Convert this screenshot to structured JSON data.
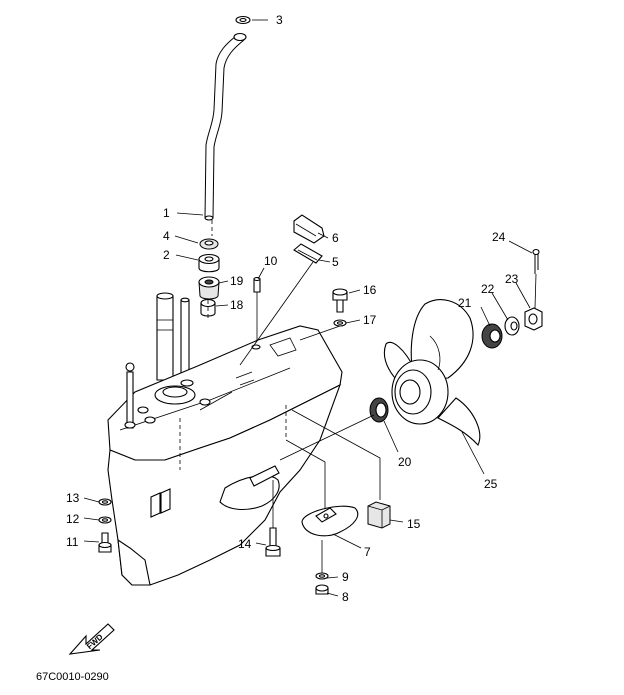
{
  "diagram": {
    "code": "67C0010-0290",
    "fwd_label": "FWD",
    "callouts": [
      {
        "id": "c1",
        "label": "1"
      },
      {
        "id": "c2",
        "label": "2"
      },
      {
        "id": "c3",
        "label": "3"
      },
      {
        "id": "c4",
        "label": "4"
      },
      {
        "id": "c5",
        "label": "5"
      },
      {
        "id": "c6",
        "label": "6"
      },
      {
        "id": "c7",
        "label": "7"
      },
      {
        "id": "c8",
        "label": "8"
      },
      {
        "id": "c9",
        "label": "9"
      },
      {
        "id": "c10",
        "label": "10"
      },
      {
        "id": "c11",
        "label": "11"
      },
      {
        "id": "c12",
        "label": "12"
      },
      {
        "id": "c13",
        "label": "13"
      },
      {
        "id": "c14",
        "label": "14"
      },
      {
        "id": "c15",
        "label": "15"
      },
      {
        "id": "c16",
        "label": "16"
      },
      {
        "id": "c17",
        "label": "17"
      },
      {
        "id": "c18",
        "label": "18"
      },
      {
        "id": "c19",
        "label": "19"
      },
      {
        "id": "c20",
        "label": "20"
      },
      {
        "id": "c21",
        "label": "21"
      },
      {
        "id": "c22",
        "label": "22"
      },
      {
        "id": "c23",
        "label": "23"
      },
      {
        "id": "c24",
        "label": "24"
      },
      {
        "id": "c25",
        "label": "25"
      }
    ]
  }
}
